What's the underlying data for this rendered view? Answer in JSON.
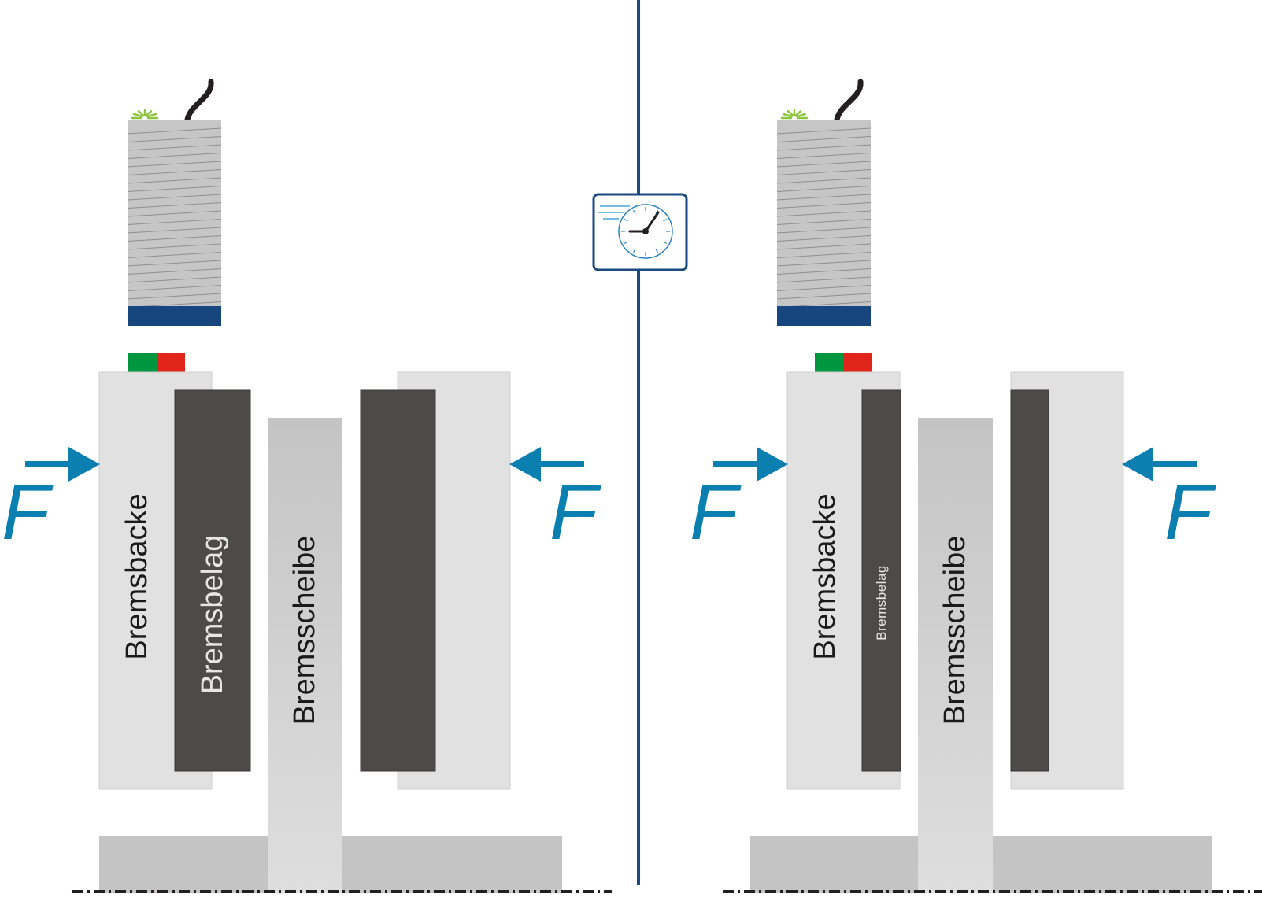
{
  "colors": {
    "background": "#ffffff",
    "divider": "#1a4a80",
    "sensor_body": "#c6c6c6",
    "sensor_lines": "#8f8f8f",
    "sensor_base": "#17467f",
    "cable": "#231f20",
    "led": "#8cc63f",
    "indicator_green": "#009640",
    "indicator_red": "#e1251b",
    "brake_shoe": "#e1e1e1",
    "brake_pad": "#4d4a49",
    "brake_disc_top": "#c4c4c4",
    "brake_disc_bottom": "#dedede",
    "base_plate": "#c4c4c4",
    "force": "#0a7fb0",
    "axis_line": "#231f20"
  },
  "timer": {
    "icon": "clock-icon",
    "meaning": "time passing / wear over time"
  },
  "panels": [
    {
      "id": "before",
      "shoe_label": "Bremsbacke",
      "pad_label": "Bremsbelag",
      "disc_label": "Bremsscheibe",
      "force_left": "F",
      "force_right": "F",
      "pad_state": "new"
    },
    {
      "id": "after",
      "shoe_label": "Bremsbacke",
      "pad_label": "Bremsbelag",
      "disc_label": "Bremsscheibe",
      "force_left": "F",
      "force_right": "F",
      "pad_state": "worn"
    }
  ]
}
